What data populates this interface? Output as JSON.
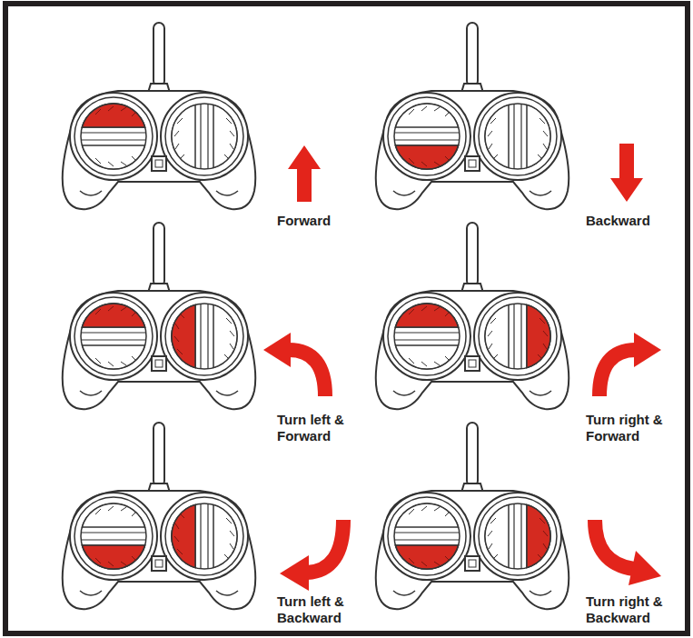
{
  "diagram": {
    "labels": [
      "Forward",
      "Backward",
      "Turn left & Forward",
      "Turn right & Forward",
      "Turn left & Backward",
      "Turn right & Backward"
    ]
  }
}
